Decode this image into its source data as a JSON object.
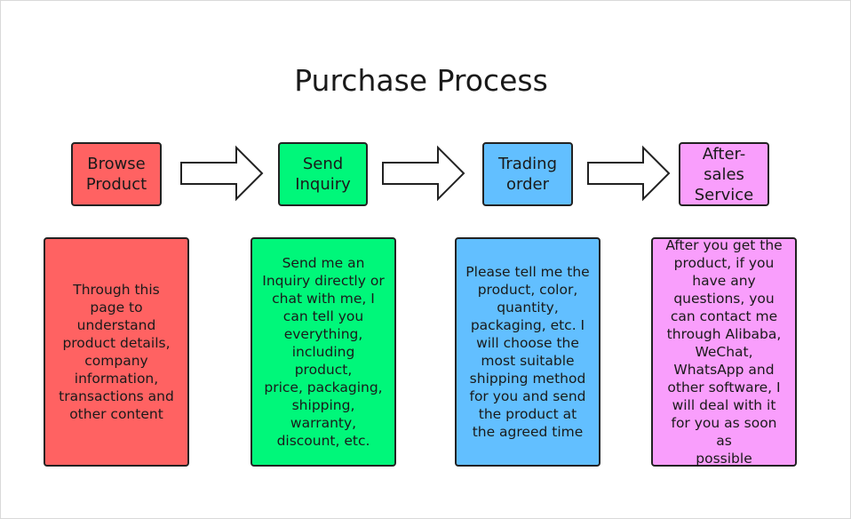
{
  "title": "Purchase Process",
  "steps": [
    {
      "label": "Browse\nProduct",
      "color": "#ff6262"
    },
    {
      "label": "Send\nInquiry",
      "color": "#00f77a"
    },
    {
      "label": "Trading\norder",
      "color": "#62bfff"
    },
    {
      "label": "After-\nsales\nService",
      "color": "#f99efc"
    }
  ],
  "descriptions": [
    "Through this\npage to\nunderstand\nproduct details,\ncompany\ninformation,\ntransactions and\nother content",
    "Send me an\nInquiry directly or\nchat with me, I\ncan tell you\neverything,\nincluding product,\nprice, packaging,\nshipping,\nwarranty,\ndiscount, etc.",
    "Please tell me the\nproduct, color,\nquantity,\npackaging, etc. I\nwill choose the\nmost suitable\nshipping method\nfor you and send\nthe product at\nthe agreed time",
    "After you get the\nproduct, if you\nhave any\nquestions, you\ncan contact me\nthrough Alibaba,\nWeChat,\nWhatsApp and\nother software, I\nwill deal with it\nfor you as soon as\npossible"
  ]
}
